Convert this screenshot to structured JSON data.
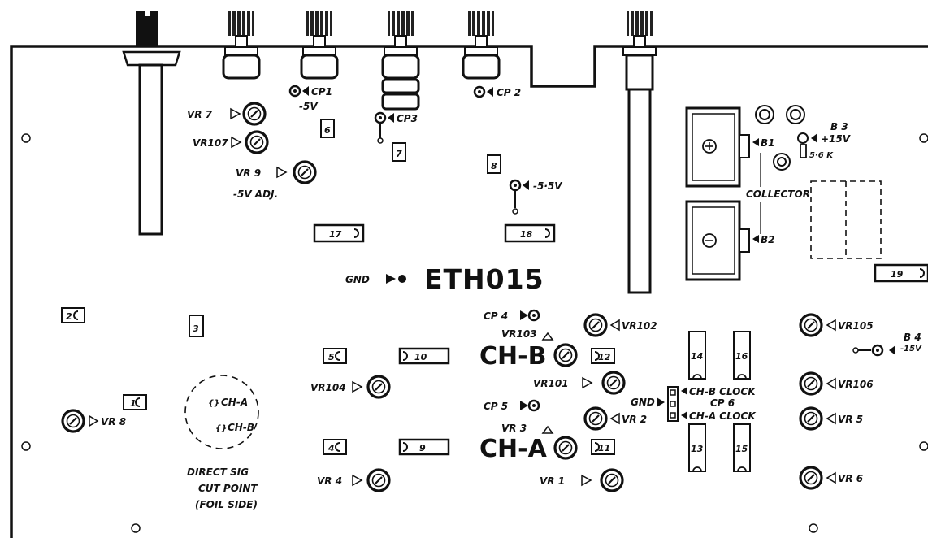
{
  "board": {
    "model": "ETH015",
    "gnd": "GND",
    "ch_b": "CH-B",
    "ch_a": "CH-A"
  },
  "pots": {
    "vr7": "VR 7",
    "vr107": "VR107",
    "vr9": "VR 9",
    "vr9_note": "-5V ADJ.",
    "vr8": "VR 8",
    "vr104": "VR104",
    "vr4": "VR 4",
    "vr102": "VR102",
    "vr103": "VR103",
    "vr101": "VR101",
    "vr2": "VR 2",
    "vr3": "VR 3",
    "vr1": "VR 1",
    "vr105": "VR105",
    "vr106": "VR106",
    "vr5": "VR 5",
    "vr6": "VR 6"
  },
  "test_points": {
    "cp1": "CP1",
    "cp1_note": "-5V",
    "cp2": "CP 2",
    "cp3": "CP3",
    "cp4": "CP 4",
    "cp5": "CP 5",
    "cp6": "CP 6",
    "tp_55v": "-5·5V",
    "b3": "B 3",
    "b3_v": "+15V",
    "b3_res": "5·6 K",
    "b1": "B1",
    "b2": "B2",
    "b4": "B 4",
    "b4_v": "-15V",
    "collector": "COLLECTOR",
    "chb_clock": "CH-B  CLOCK",
    "cha_clock": "CH-A  CLOCK",
    "cut_cha": "CH-A",
    "cut_chb": "CH-B"
  },
  "ic_numbers": {
    "n1": "1",
    "n2": "2",
    "n3": "3",
    "n4": "4",
    "n5": "5",
    "n6": "6",
    "n7": "7",
    "n8": "8",
    "n9": "9",
    "n10": "10",
    "n11": "11",
    "n12": "12",
    "n13": "13",
    "n14": "14",
    "n15": "15",
    "n16": "16",
    "n17": "17",
    "n18": "18",
    "n19": "19"
  },
  "notes": {
    "line1": "DIRECT SIG",
    "line2": "CUT POINT",
    "line3": "(FOIL SIDE)"
  }
}
